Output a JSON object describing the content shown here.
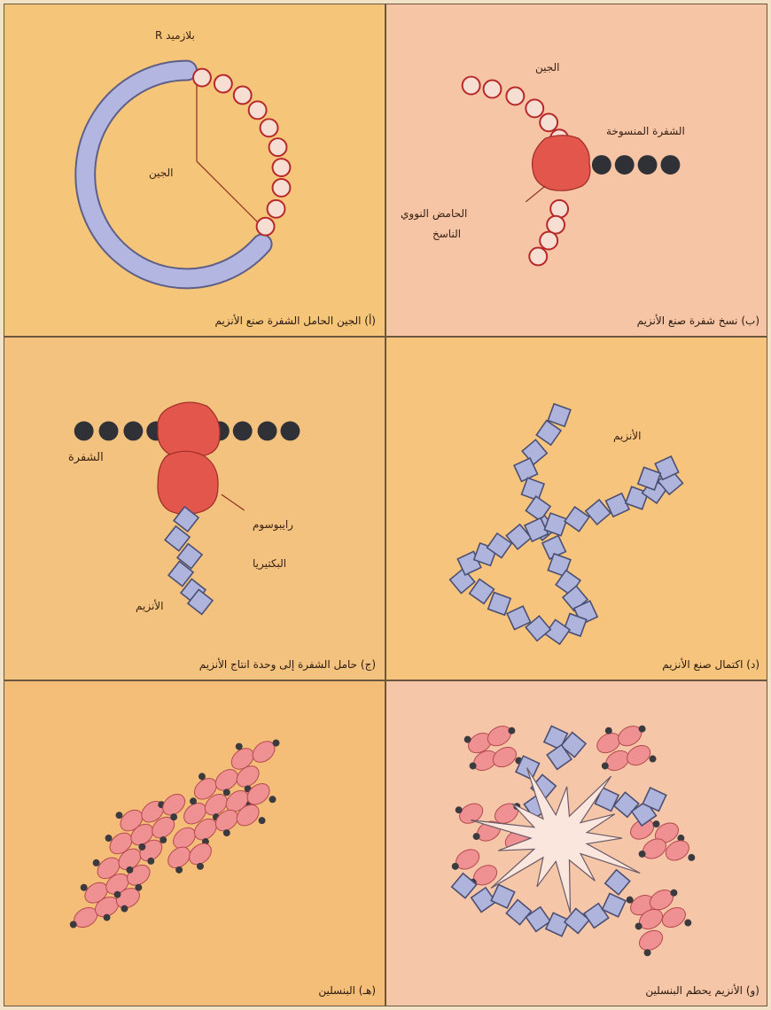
{
  "colors": {
    "panel_orange": "#f6c77d",
    "panel_pink": "#f6c7a8",
    "bead_pink": "#f7ded2",
    "bead_outline": "#b7282a",
    "dark_bead": "#2f3137",
    "red_blob": "#e2564b",
    "lavender": "#aeb4dc",
    "cell_pink": "#ef9092",
    "cell_dot": "#3b3b3f"
  },
  "panels": {
    "a": {
      "caption": "(أ) الجين الحامل الشفرة صنع الأنزيم",
      "plasmid_label": "بلازميد R",
      "gene_label": "الجين"
    },
    "b": {
      "caption": "(ب) نسخ شفرة صنع الأنزيم",
      "gene_label": "الجين",
      "copied_code_label": "الشفرة المنسوخة",
      "nucleic_acid_label_1": "الحامض النووي",
      "nucleic_acid_label_2": "الناسخ"
    },
    "c": {
      "caption": "(ج) حامل الشفرة إلى وحدة انتاج الأنزيم",
      "code_label": "الشفرة",
      "ribosome_label_1": "رايبوسوم",
      "ribosome_label_2": "البكتيريا",
      "enzyme_label": "الأنزيم"
    },
    "d": {
      "caption": "(د) اكتمال صنع الأنزيم",
      "enzyme_label": "الأنزيم"
    },
    "e": {
      "caption": "(هـ) البنسلين"
    },
    "f": {
      "caption": "(و) الأنزيم يحطم البنسلين"
    }
  }
}
